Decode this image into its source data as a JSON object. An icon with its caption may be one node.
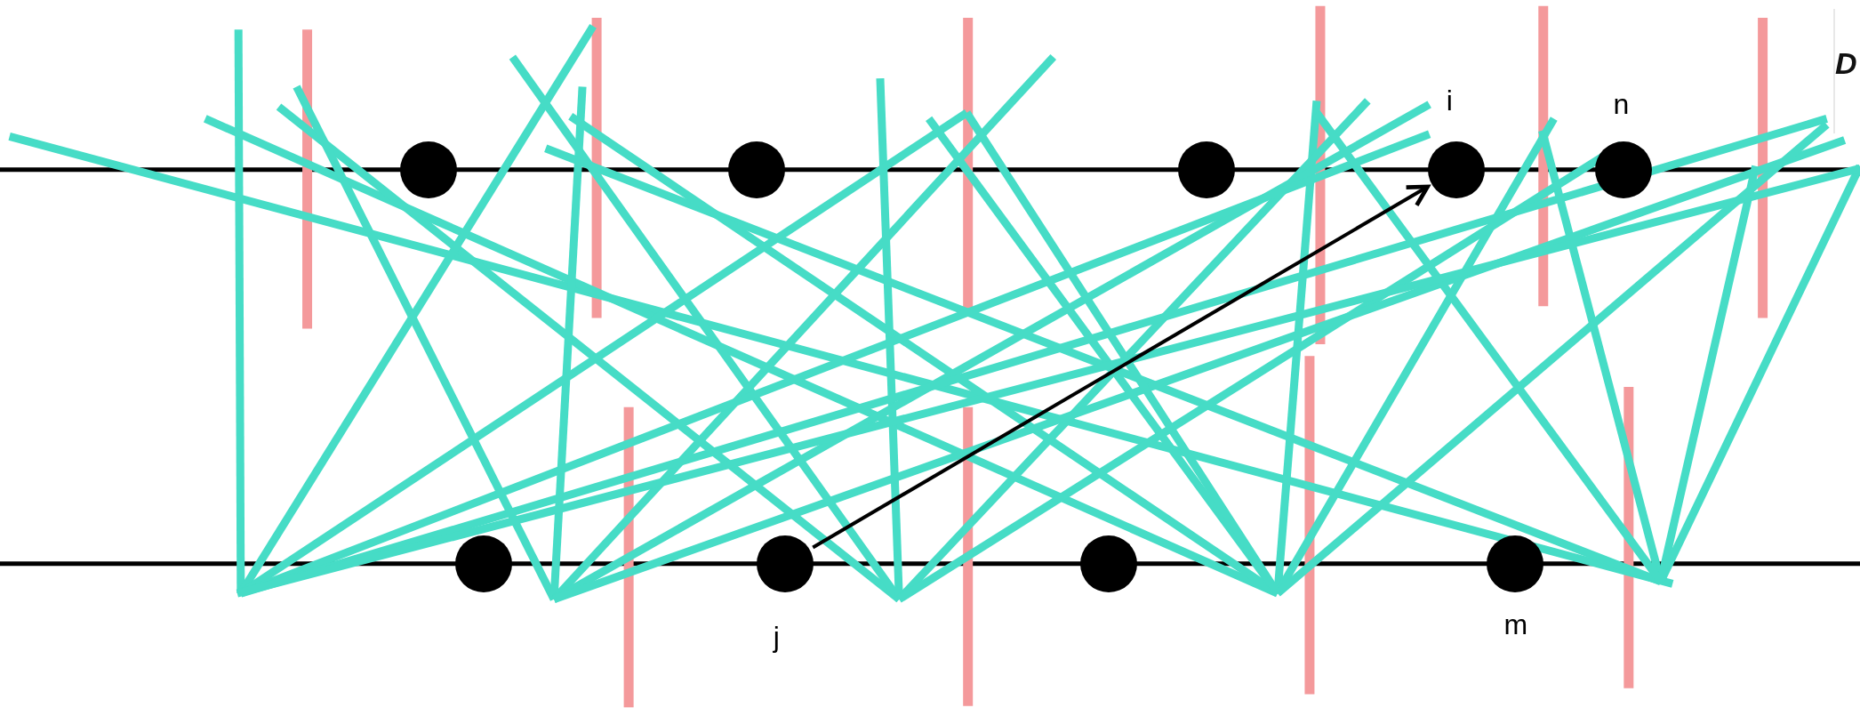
{
  "diagram": {
    "nodes": [
      {
        "text": [],
        "shape": "circle"
      },
      {
        "text": [],
        "shape": "circle"
      },
      {
        "text": [],
        "shape": "circle"
      },
      {
        "text": [],
        "shape": "circle",
        "beside": [
          "i"
        ]
      },
      {
        "text": [],
        "shape": "circle",
        "beside": [
          "n"
        ]
      },
      {
        "text": [],
        "shape": "circle"
      },
      {
        "text": [],
        "shape": "circle",
        "beside": [
          "j"
        ]
      },
      {
        "text": [],
        "shape": "circle"
      },
      {
        "text": [],
        "shape": "circle",
        "beside": [
          "m"
        ]
      }
    ],
    "edges": [
      {
        "from": 6,
        "to": 3,
        "arrow": "to"
      }
    ],
    "labels": [
      "D"
    ]
  }
}
